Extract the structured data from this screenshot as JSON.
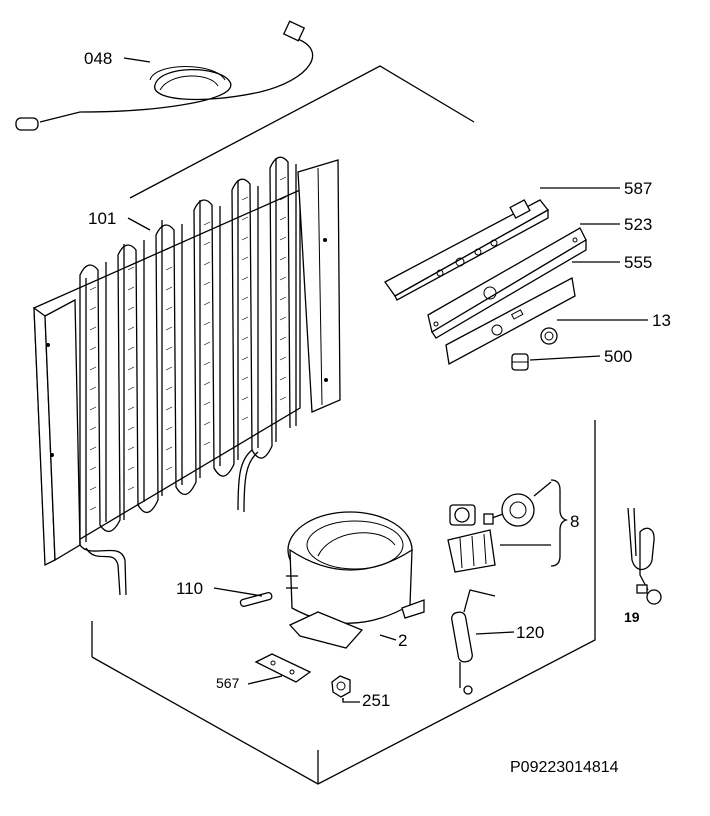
{
  "diagram": {
    "reference_code": "P09223014814",
    "labels": {
      "power_cord": "048",
      "condenser": "101",
      "control_board": "587",
      "control_housing": "523",
      "control_panel": "555",
      "knob": "13",
      "lamp": "500",
      "relay_group": "8",
      "pin": "110",
      "compressor": "2",
      "filter_drier": "120",
      "bracket": "567",
      "nut": "251",
      "cable": "19"
    }
  }
}
